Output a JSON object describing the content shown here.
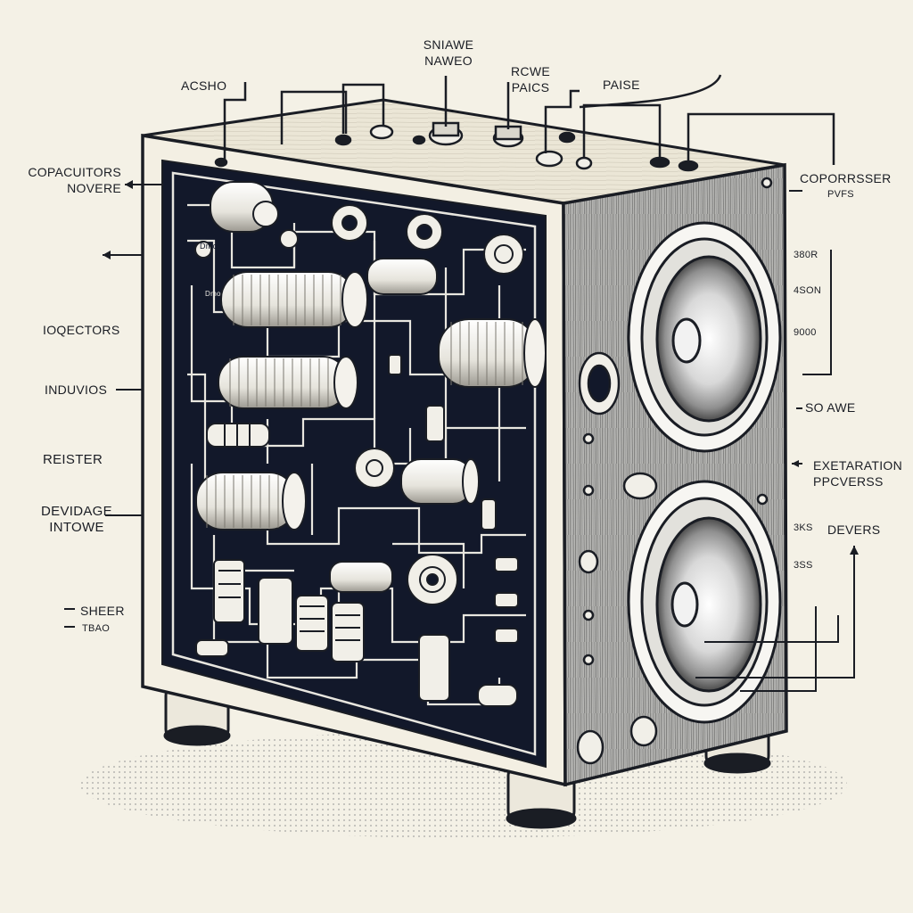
{
  "labels": {
    "top_left": "ACSHO",
    "top_center_1": "SNIAWE",
    "top_center_2": "NAWEO",
    "top_mid_1": "RCWE",
    "top_mid_2": "PAICS",
    "top_right": "PAISE",
    "left_1_line1": "COPACUITORS",
    "left_1_line2": "NOVERE",
    "left_2": "IOQECTORS",
    "left_3": "INDUVIOS",
    "left_4": "REISTER",
    "left_5_line1": "DEVIDAGE",
    "left_5_line2": "INTOWE",
    "left_6_line1": "SHEER",
    "left_6_line2": "TBAO",
    "right_1_line1": "COPORRSSER",
    "right_1_line2": "PVFS",
    "right_2": "380R",
    "right_3": "4SON",
    "right_4": "9000",
    "right_5": "SO AWE",
    "right_6_line1": "EXETARATION",
    "right_6_line2": "PPCVERSS",
    "right_7": "DEVERS",
    "right_8": "3KS",
    "right_9": "3SS",
    "inner_tag_1": "Dmo",
    "inner_tag_2": "Dmo"
  },
  "colors": {
    "background": "#f4f1e6",
    "ink": "#1a1d24",
    "panel": "#12182a",
    "wood_light": "#ece7d8",
    "wood_dark": "#8a8a8a",
    "component": "#f1efe8"
  }
}
